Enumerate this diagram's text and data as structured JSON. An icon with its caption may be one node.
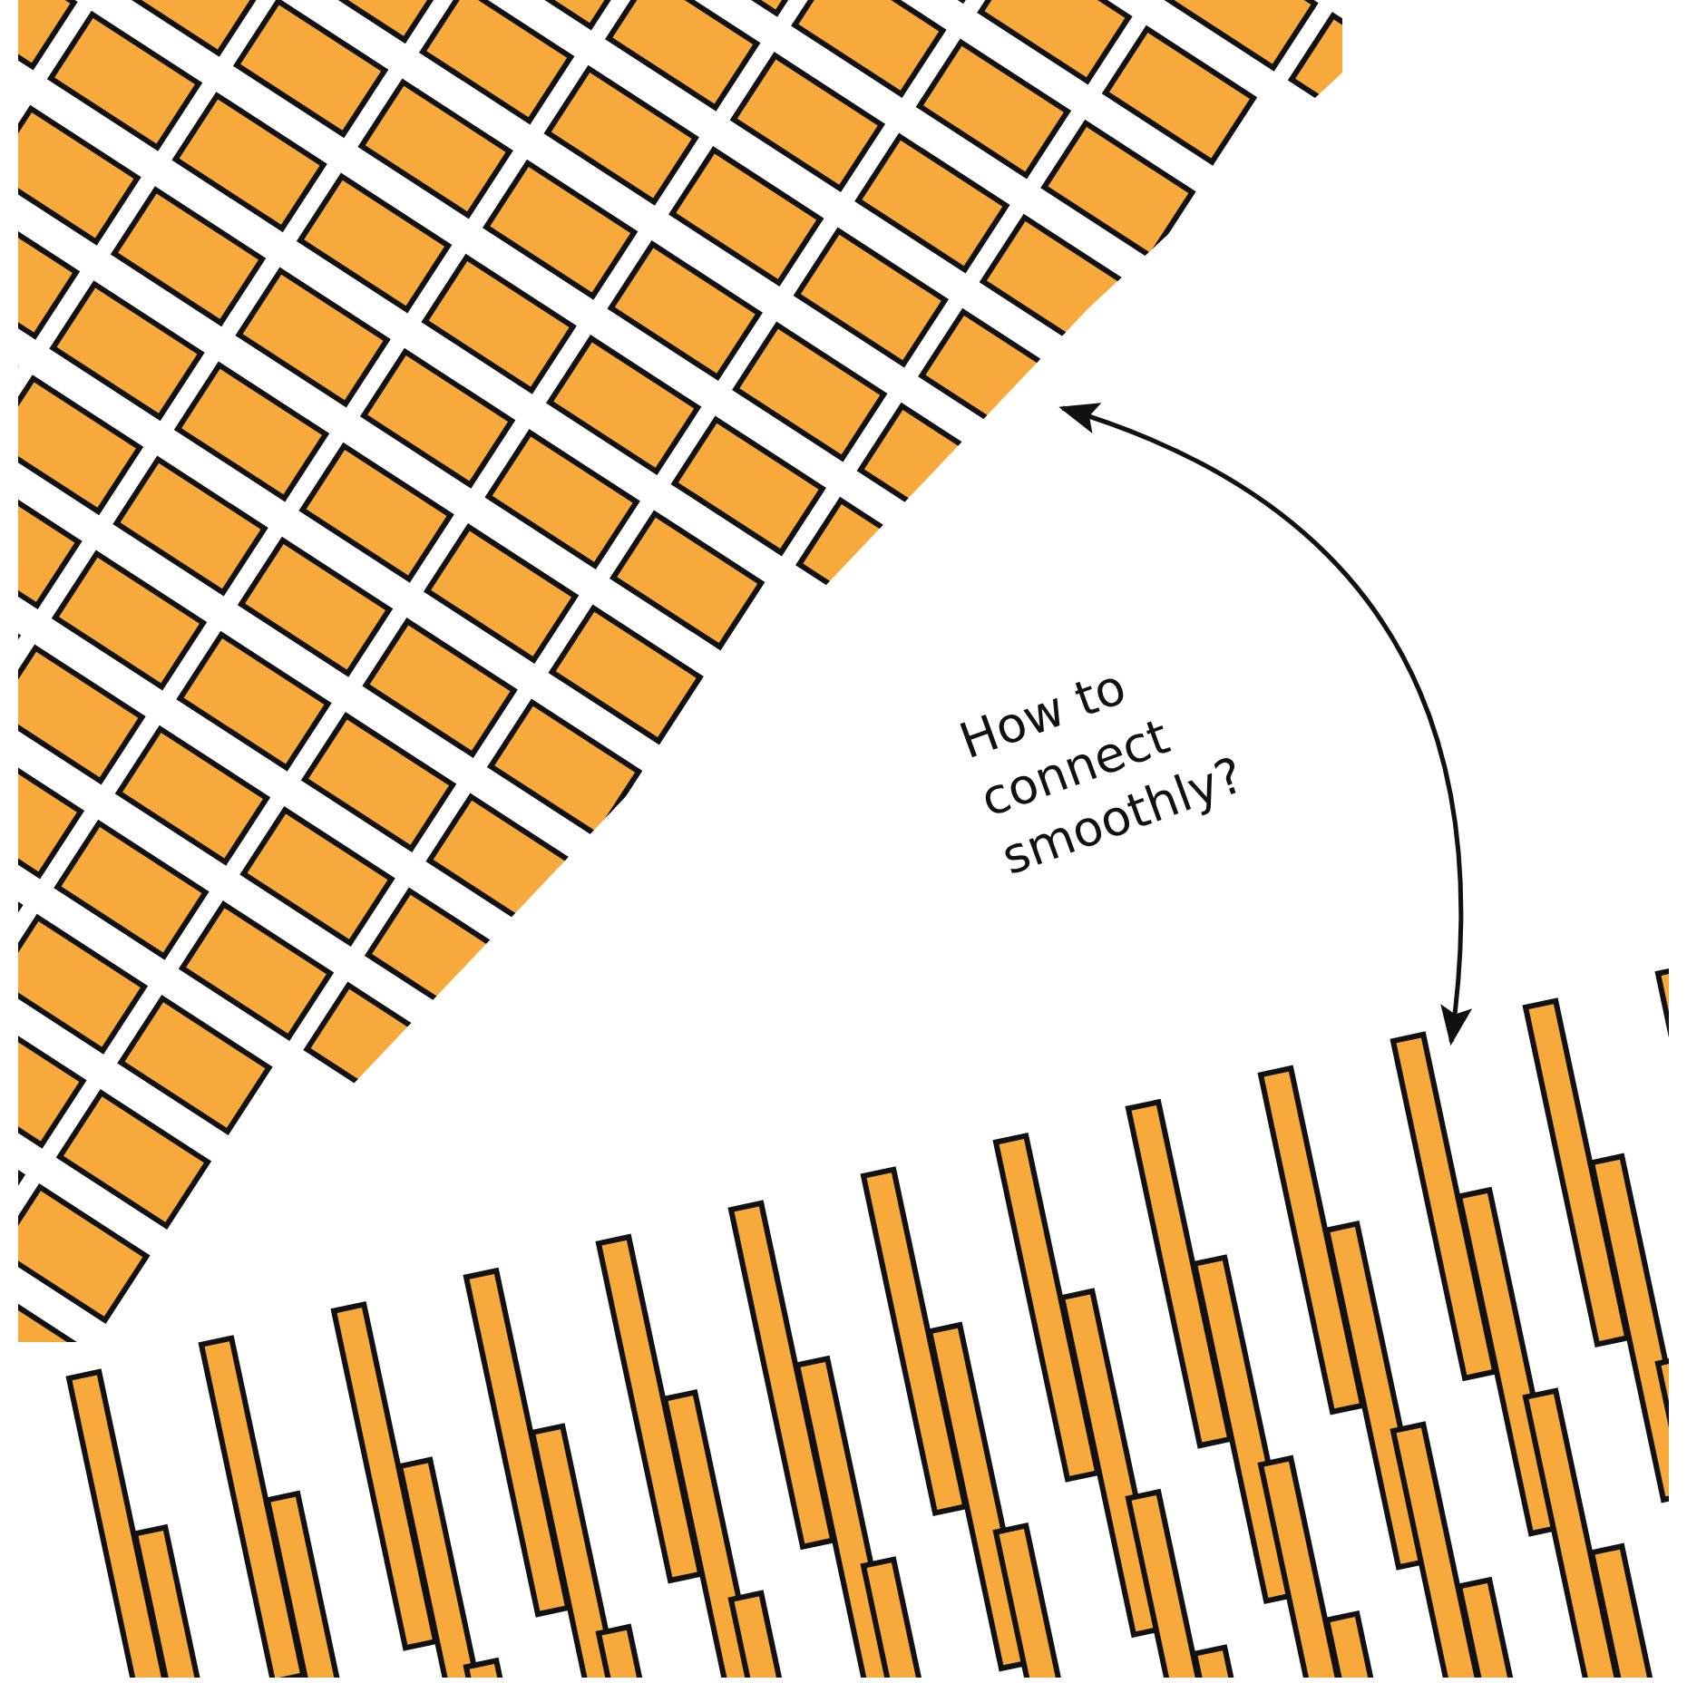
{
  "diagram": {
    "nodes": [
      {
        "text": [],
        "shape": "picture"
      },
      {
        "text": [],
        "shape": "picture"
      }
    ],
    "edges": [
      {
        "from": 0,
        "to": 1,
        "arrow": "both",
        "label": "How to connect smoothly?"
      }
    ]
  }
}
